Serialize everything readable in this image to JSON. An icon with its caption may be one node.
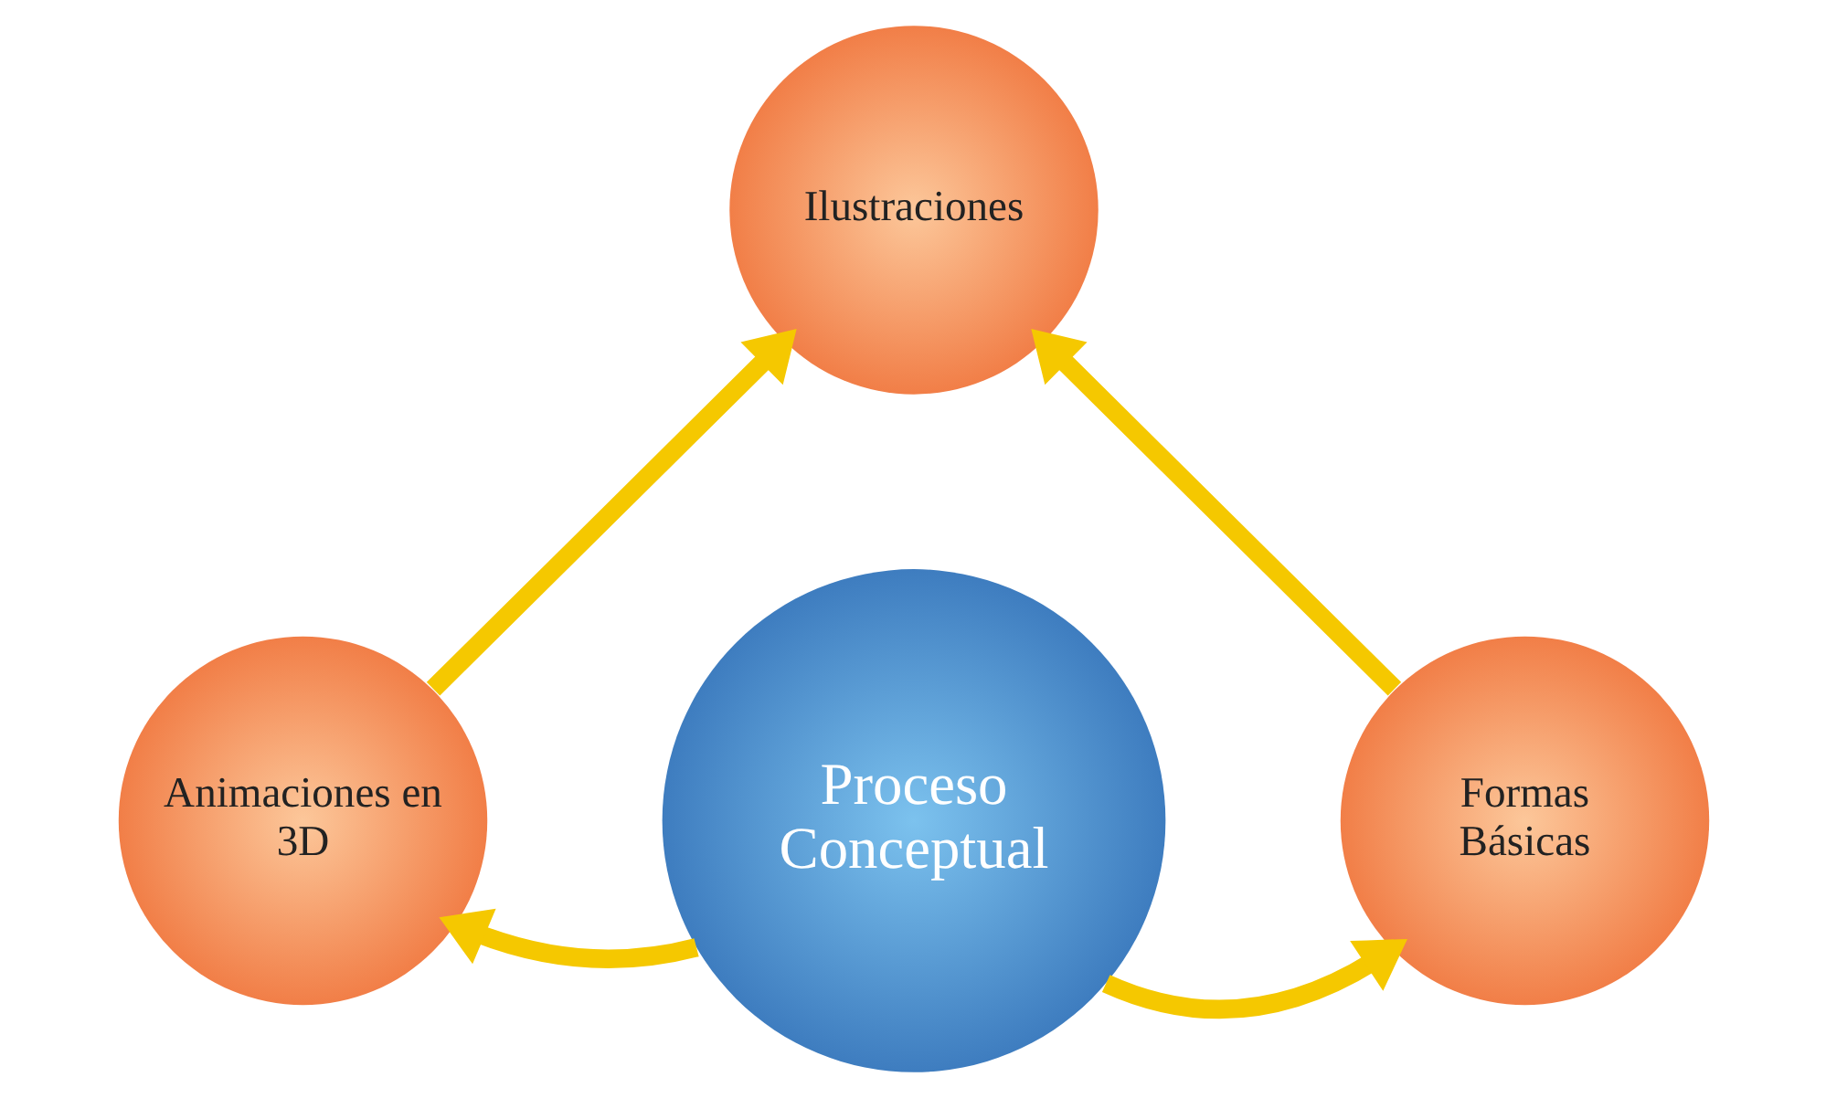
{
  "diagram": {
    "nodes": [
      {
        "text": [
          "Ilustraciones"
        ]
      },
      {
        "text": [
          "Animaciones en 3D"
        ]
      },
      {
        "text": [
          "Proceso Conceptual"
        ]
      },
      {
        "text": [
          "Formas Básicas"
        ]
      }
    ],
    "edges": [
      {
        "from": 2,
        "to": 1,
        "arrow": "to"
      },
      {
        "from": 2,
        "to": 3,
        "arrow": "to"
      },
      {
        "from": 1,
        "to": 0,
        "arrow": "to"
      },
      {
        "from": 3,
        "to": 0,
        "arrow": "to"
      }
    ]
  }
}
